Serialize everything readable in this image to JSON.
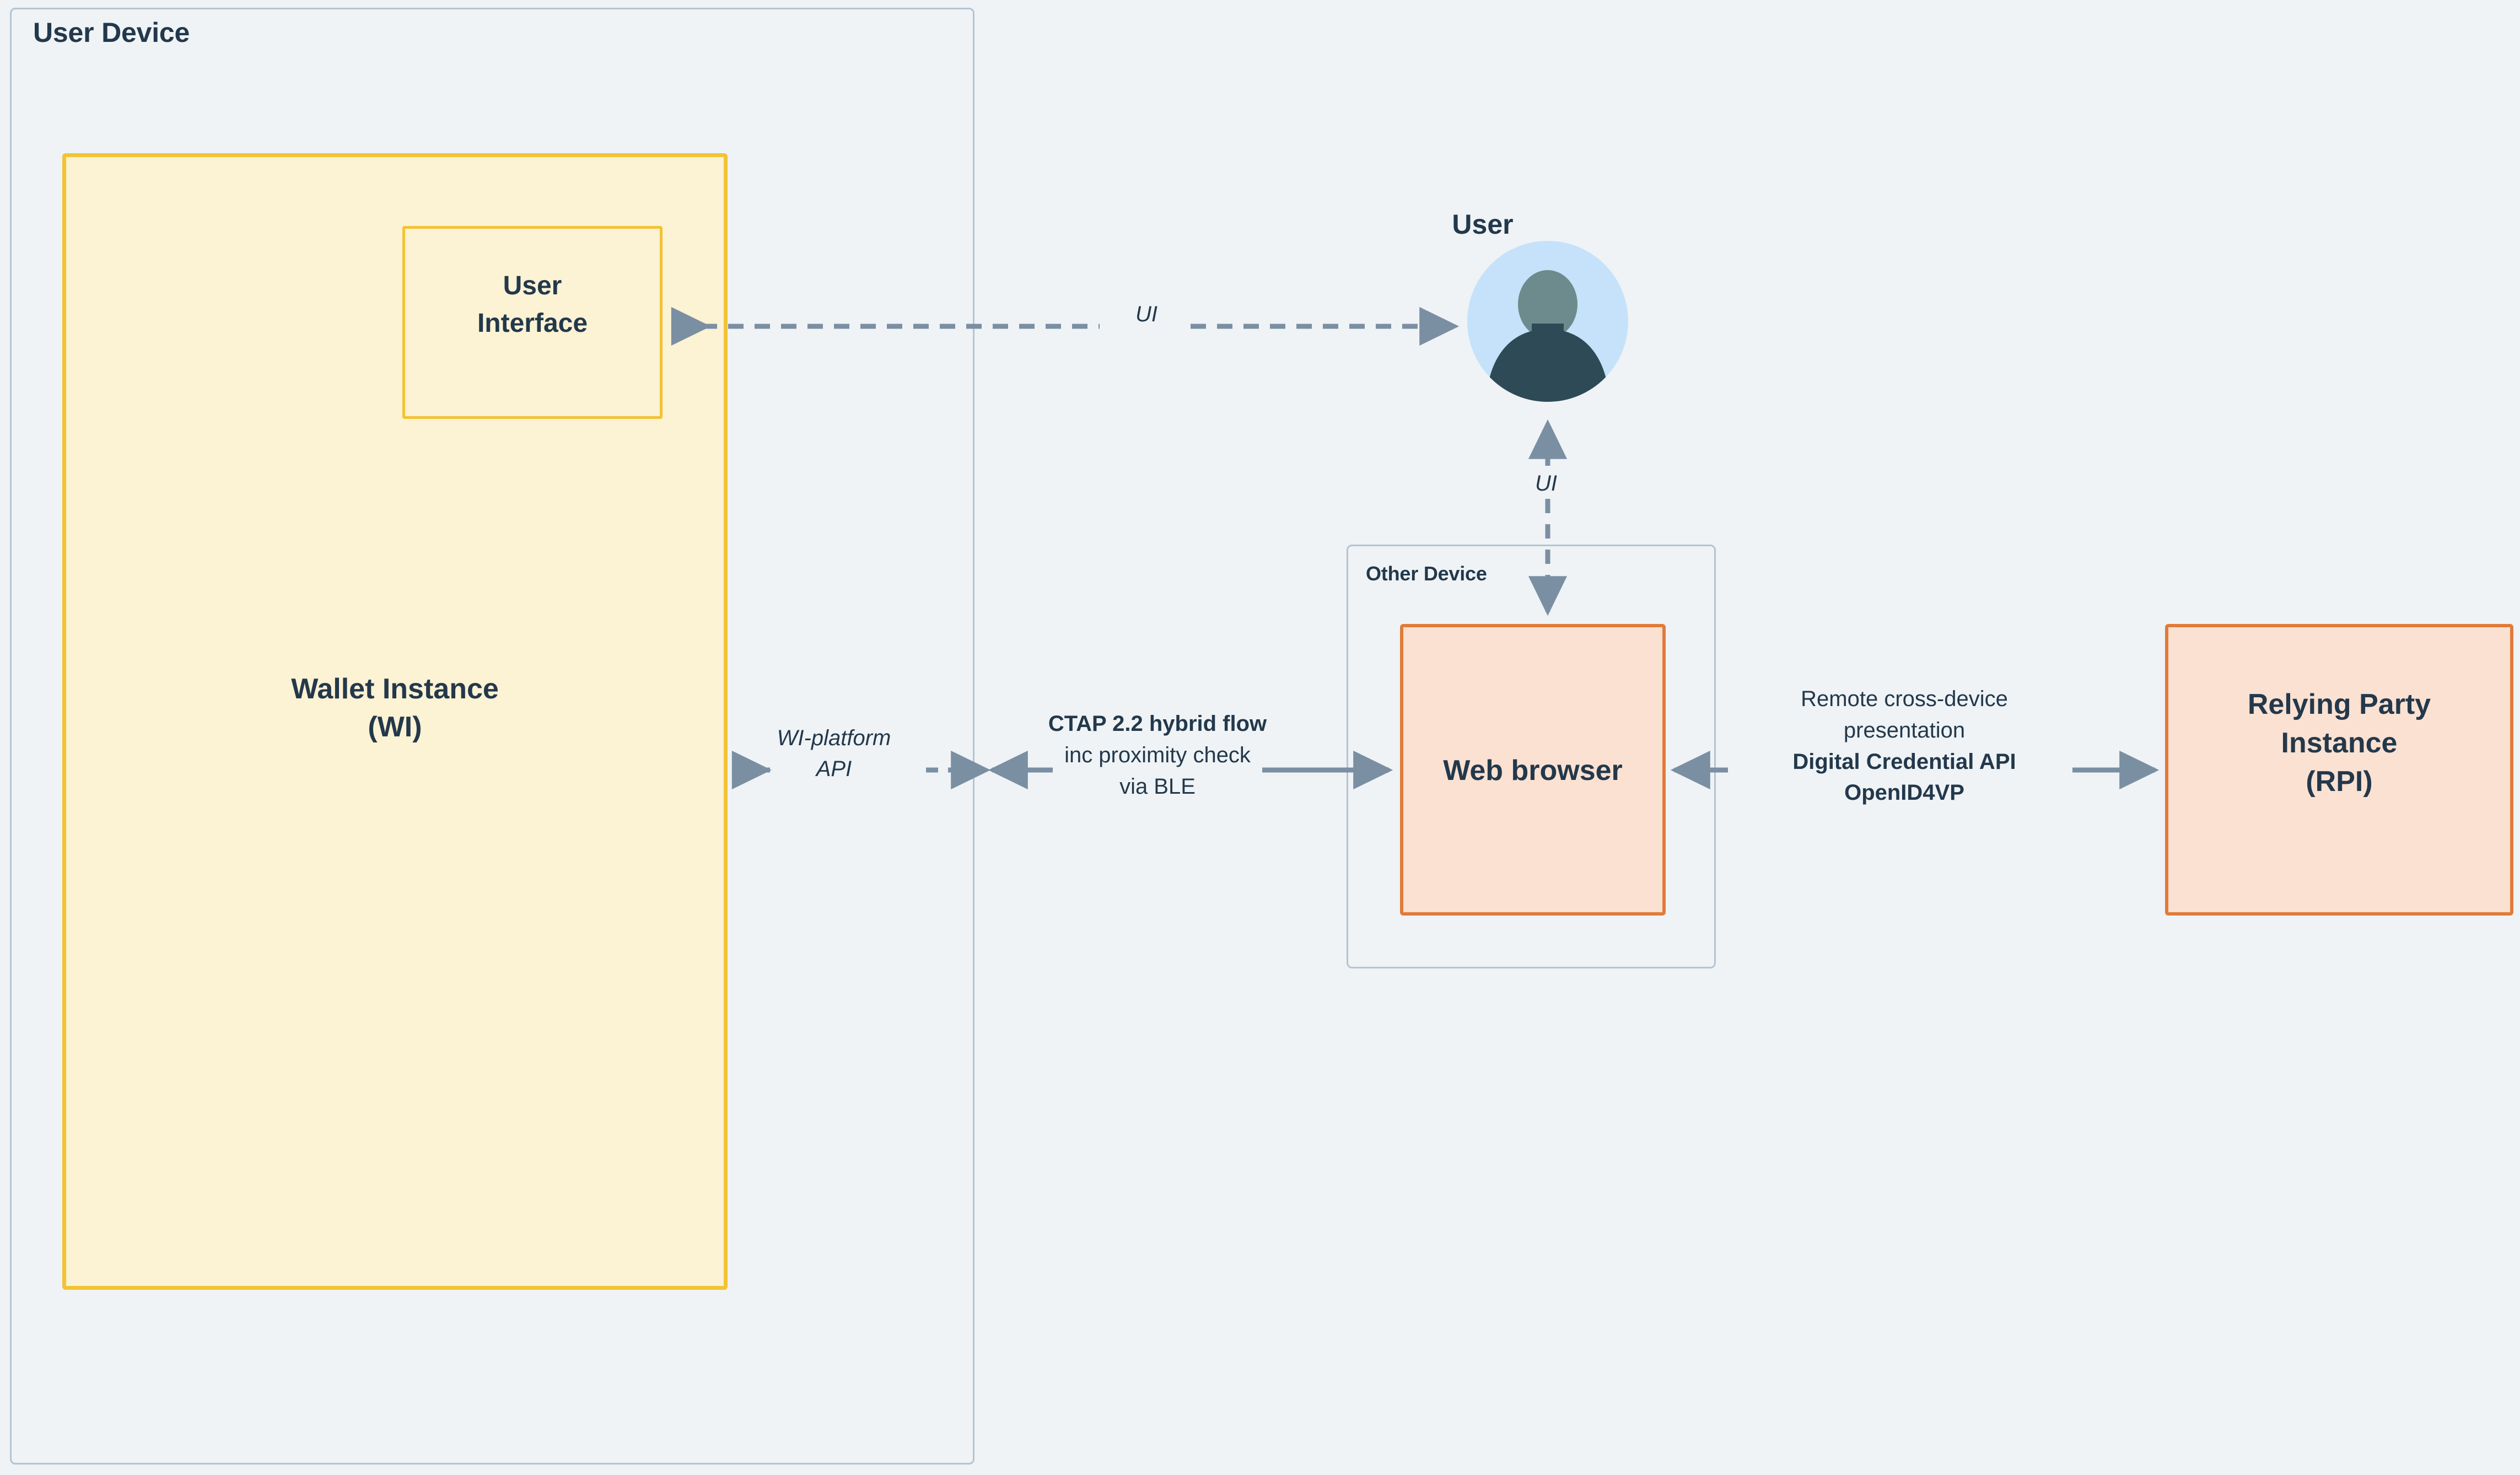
{
  "diagram": {
    "background_color": "#eff3f6",
    "text_color": "#23384b",
    "accent_yellow": "#f2c335",
    "accent_yellow_fill": "#fcf2d4",
    "accent_orange": "#e07b39",
    "accent_orange_fill": "#fae1d2",
    "connector_color": "#7b8fa3",
    "container_border": "#b4c4d2",
    "avatar_circle_color": "#c5e2fa",
    "avatar_head_color": "#6d8a8d",
    "avatar_body_color": "#2e4a57"
  },
  "user_device": {
    "title": "User Device",
    "wallet_instance": {
      "label_line1": "Wallet Instance",
      "label_line2": "(WI)"
    },
    "user_interface": {
      "label_line1": "User",
      "label_line2": "Interface"
    }
  },
  "user_actor": {
    "label": "User",
    "icon": "user-avatar-icon"
  },
  "other_device": {
    "title": "Other Device",
    "web_browser": {
      "label": "Web browser"
    }
  },
  "relying_party": {
    "label_line1": "Relying Party",
    "label_line2": "Instance",
    "label_line3": "(RPI)"
  },
  "connectors": [
    {
      "id": "ui-wallet-to-user",
      "from": "User Interface",
      "to": "User",
      "style": "dashed",
      "arrows": "both",
      "label": "UI"
    },
    {
      "id": "ui-user-to-browser",
      "from": "User",
      "to": "Web browser",
      "style": "dashed",
      "arrows": "both",
      "label": "UI"
    },
    {
      "id": "wi-platform-api",
      "from": "Wallet Instance",
      "to": "platform",
      "style": "dashed",
      "arrows": "both",
      "label_line1": "WI-platform",
      "label_line2": "API"
    },
    {
      "id": "ctap-hybrid",
      "from": "Wallet Instance",
      "to": "Web browser",
      "style": "solid",
      "arrows": "both",
      "label_line1": "CTAP 2.2 hybrid flow",
      "label_line2": "inc proximity check",
      "label_line3": "via BLE"
    },
    {
      "id": "remote-cross-device",
      "from": "Web browser",
      "to": "Relying Party Instance",
      "style": "solid",
      "arrows": "both",
      "label_line1": "Remote cross-device",
      "label_line2": "presentation",
      "label_line3": "Digital Credential API",
      "label_line4": "OpenID4VP"
    }
  ]
}
